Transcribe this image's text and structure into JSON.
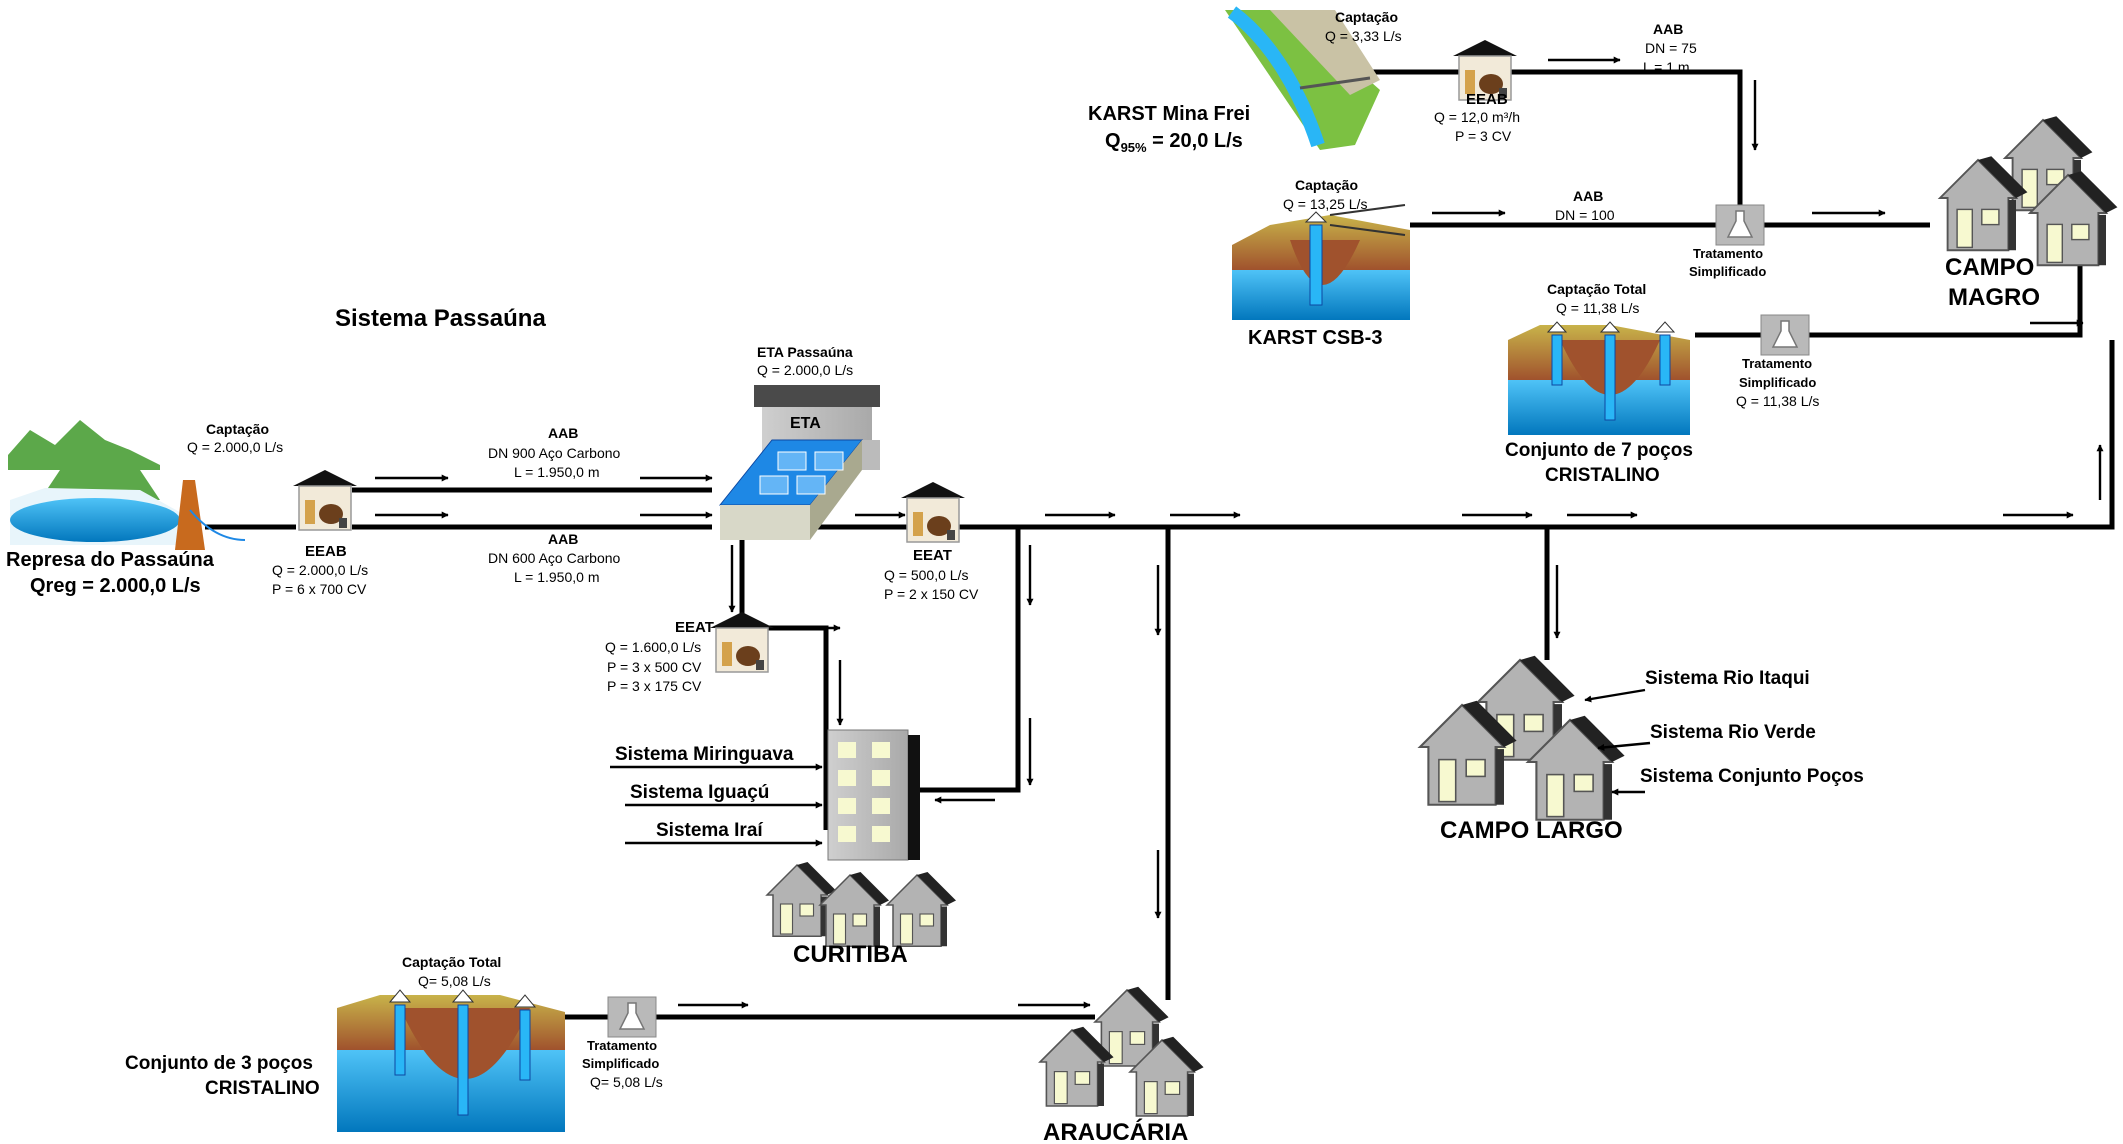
{
  "title": "Sistema Passaúna",
  "represa": {
    "name": "Represa do Passaúna",
    "qreg": "Qreg = 2.000,0 L/s"
  },
  "captacao_passauna": {
    "label": "Captação",
    "q": "Q = 2.000,0 L/s"
  },
  "eeab_passauna": {
    "label": "EEAB",
    "q": "Q = 2.000,0 L/s",
    "p": "P = 6 x 700 CV"
  },
  "aab_900": {
    "label": "AAB",
    "dn": "DN 900 Aço Carbono",
    "l": "L = 1.950,0 m"
  },
  "aab_600": {
    "label": "AAB",
    "dn": "DN 600 Aço Carbono",
    "l": "L = 1.950,0 m"
  },
  "eta": {
    "label": "ETA Passaúna",
    "q": "Q = 2.000,0 L/s",
    "sign": "ETA"
  },
  "eeat_curitiba": {
    "label": "EEAT",
    "q": "Q = 1.600,0 L/s",
    "p1": "P = 3 x 500 CV",
    "p2": "P = 3 x 175 CV"
  },
  "eeat_2": {
    "label": "EEAT",
    "q": "Q = 500,0 L/s",
    "p": "P = 2 x 150 CV"
  },
  "curitiba": {
    "name": "CURITIBA",
    "inputs": [
      "Sistema Miringuava",
      "Sistema Iguaçú",
      "Sistema Iraí"
    ]
  },
  "campo_largo": {
    "name": "CAMPO LARGO",
    "inputs": [
      "Sistema Rio Itaqui",
      "Sistema Rio Verde",
      "Sistema Conjunto Poços"
    ]
  },
  "araucaria": {
    "name": "ARAUCÁRIA"
  },
  "campo_magro": {
    "line1": "CAMPO",
    "line2": "MAGRO"
  },
  "karst_mina": {
    "label": "KARST  Mina Frei",
    "q_prefix": "Q",
    "q_sub": "95%",
    "q_value": " = 20,0 L/s",
    "captacao": "Captação",
    "captacao_q": "Q = 3,33 L/s"
  },
  "eeab_mina": {
    "label": "EEAB",
    "q": "Q = 12,0 m³/h",
    "p": "P = 3 CV"
  },
  "aab_mina": {
    "label": "AAB",
    "dn": "DN = 75",
    "l": "L = 1 m"
  },
  "karst_csb": {
    "label": "KARST  CSB-3",
    "captacao": "Captação",
    "captacao_q": "Q = 13,25 L/s"
  },
  "aab_csb": {
    "label": "AAB",
    "dn": "DN = 100"
  },
  "trat_campo_magro": {
    "line1": "Tratamento",
    "line2": "Simplificado"
  },
  "pocos7": {
    "captacao": "Captação Total",
    "q": "Q = 11,38 L/s",
    "line1": "Conjunto de 7 poços",
    "line2": "CRISTALINO"
  },
  "trat_pocos7": {
    "line1": "Tratamento",
    "line2": "Simplificado",
    "q": "Q = 11,38 L/s"
  },
  "pocos3": {
    "captacao": "Captação Total",
    "q": "Q= 5,08 L/s",
    "line1": "Conjunto de 3 poços",
    "line2": "CRISTALINO"
  },
  "trat_pocos3": {
    "line1": "Tratamento",
    "line2": "Simplificado",
    "q": "Q= 5,08 L/s"
  }
}
